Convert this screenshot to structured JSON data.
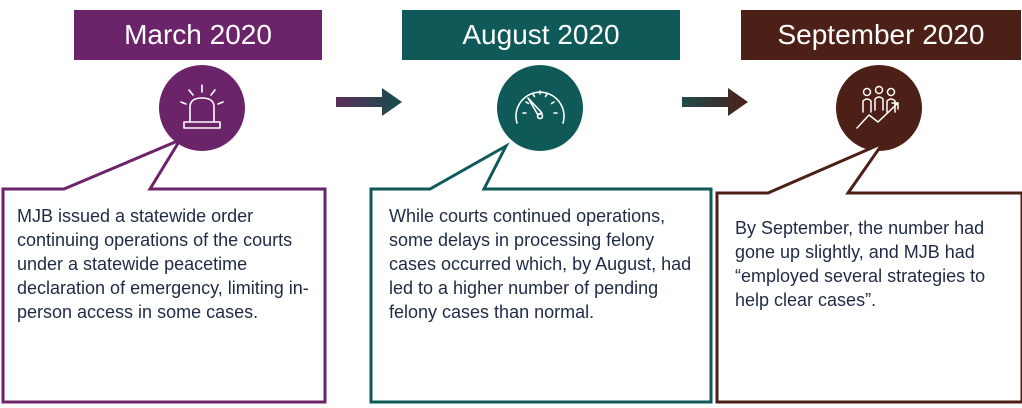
{
  "stages": [
    {
      "title": "March 2020",
      "icon": "alarm-light-icon",
      "text": "MJB issued a statewide order continuing operations of the courts under a statewide peacetime declaration of emergency, limiting in-person access in some cases.",
      "color": "#6b2469"
    },
    {
      "title": "August 2020",
      "icon": "speedometer-icon",
      "text": "While courts continued operations, some delays in processing felony cases occurred which, by August, had led to a higher number of pending felony cases than normal.",
      "color": "#0f5a59"
    },
    {
      "title": "September 2020",
      "icon": "people-growth-icon",
      "text": "By September, the number had gone up slightly, and MJB had “employed several strategies to help clear cases”.",
      "color": "#4c1f17"
    }
  ]
}
